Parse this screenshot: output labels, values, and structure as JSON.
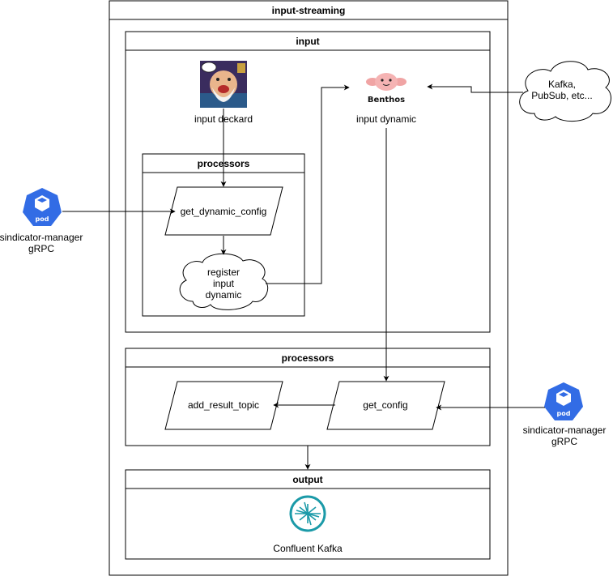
{
  "containers": {
    "outer": {
      "title": "input-streaming"
    },
    "input": {
      "title": "input"
    },
    "input_processors": {
      "title": "processors"
    },
    "processors": {
      "title": "processors"
    },
    "output": {
      "title": "output"
    }
  },
  "nodes": {
    "input_deckard": {
      "label": "input deckard"
    },
    "input_dynamic": {
      "label": "input dynamic",
      "logo_text": "Benthos"
    },
    "get_dynamic_config": {
      "label": "get_dynamic_config"
    },
    "register_input_dynamic": {
      "lines": [
        "register",
        "input",
        "dynamic"
      ]
    },
    "kafka_pubsub": {
      "lines": [
        "Kafka,",
        "PubSub, etc..."
      ]
    },
    "add_result_topic": {
      "label": "add_result_topic"
    },
    "get_config": {
      "label": "get_config"
    },
    "confluent_kafka": {
      "label": "Confluent Kafka"
    },
    "pod_left": {
      "badge": "pod",
      "lines": [
        "sindicator-manager",
        "gRPC"
      ]
    },
    "pod_right": {
      "badge": "pod",
      "lines": [
        "sindicator-manager",
        "gRPC"
      ]
    }
  },
  "colors": {
    "pod": "#326ce5",
    "benthos": "#f0a4a4",
    "confluent": "#1b9aa8"
  }
}
